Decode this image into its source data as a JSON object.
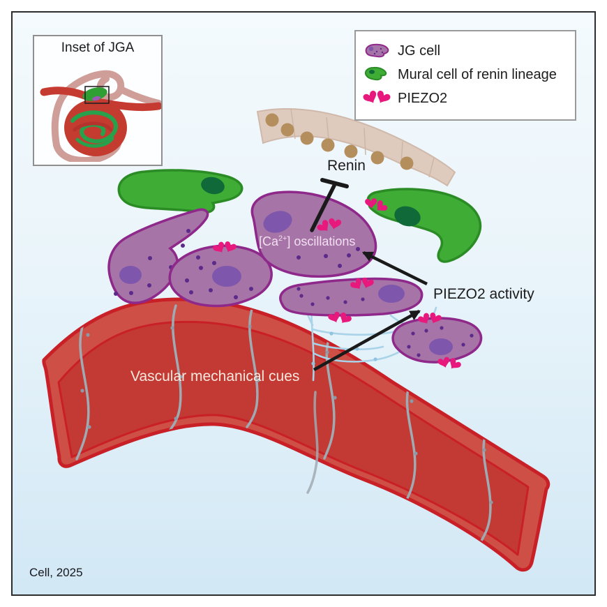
{
  "figure": {
    "citation": "Cell, 2025"
  },
  "inset": {
    "title": "Inset of JGA"
  },
  "legend": {
    "items": [
      {
        "icon": "jg-cell-icon",
        "label": "JG cell"
      },
      {
        "icon": "mural-cell-icon",
        "label": "Mural cell of renin lineage"
      },
      {
        "icon": "piezo2-icon",
        "label": "PIEZO2"
      }
    ]
  },
  "labels": {
    "renin": "Renin",
    "ca_prefix": "[Ca",
    "ca_sup": "2+",
    "ca_suffix": "] oscillations",
    "piezo2_activity": "PIEZO2 activity",
    "vascular_cues": "Vascular mechanical cues"
  },
  "palette": {
    "background_top": "#f4fafd",
    "background_bottom": "#d2e8f5",
    "border": "#2d2d2d",
    "jg_cell_fill": "#a674a6",
    "jg_cell_outline": "#8e288a",
    "jg_nucleus": "#7e57ad",
    "granule": "#5c2a8a",
    "mural_fill": "#3eac35",
    "mural_outline": "#2b8c26",
    "mural_nucleus": "#106938",
    "piezo2_pink": "#e8197d",
    "vessel_wall": "#cd4f46",
    "vessel_core": "#c23a33",
    "vessel_line": "#c91f27",
    "tubule_fill": "#decbbd",
    "tubule_nucleus": "#b58e5e",
    "nerve_blue": "#a9d3e8",
    "fiber_gray": "#a0aab3",
    "arrow_black": "#1a1a1a"
  }
}
